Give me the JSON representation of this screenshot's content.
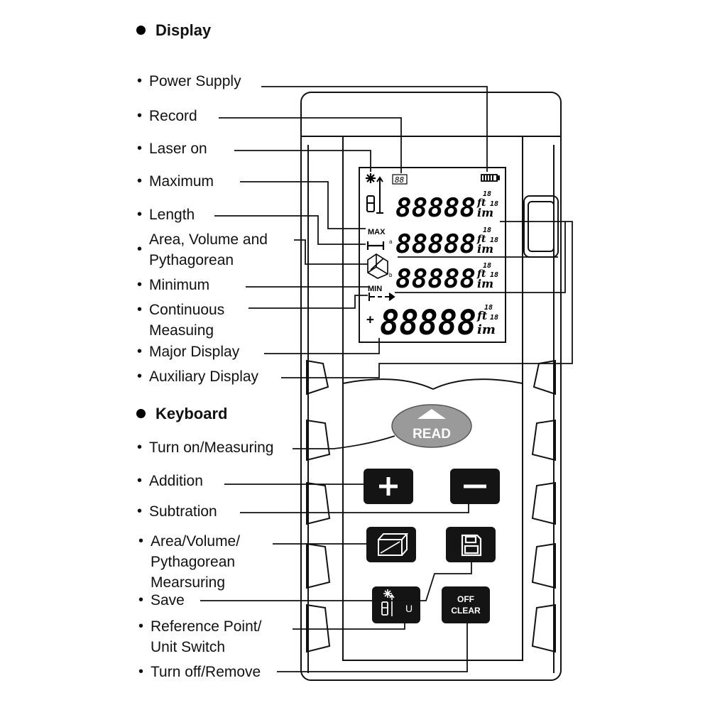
{
  "sections": {
    "display": "Display",
    "keyboard": "Keyboard"
  },
  "labels": {
    "power_supply": "Power Supply",
    "record": "Record",
    "laser_on": "Laser on",
    "maximum": "Maximum",
    "length": "Length",
    "area_1": "Area, Volume and",
    "area_2": "Pythagorean",
    "minimum": "Minimum",
    "continuous_1": "Continuous",
    "continuous_2": "Measuing",
    "major_display": "Major Display",
    "auxiliary_display": "Auxiliary Display",
    "turn_on": "Turn on/Measuring",
    "addition": "Addition",
    "subtration": "Subtration",
    "area_key_1": "Area/Volume/",
    "area_key_2": "Pythagorean",
    "area_key_3": "Mearsuring",
    "save": "Save",
    "ref_1": "Reference Point/",
    "ref_2": "Unit Switch",
    "turn_off": "Turn off/Remove"
  },
  "lcd": {
    "digits": "88888",
    "unit_ft": "ft",
    "unit_m": "im",
    "frac": "18",
    "max": "MAX",
    "min": "MIN",
    "record": "88",
    "plus": "+",
    "sub_a": "a",
    "sub_b": "b"
  },
  "keys": {
    "read": "READ",
    "plus": "+",
    "minus": "−",
    "unit": "U",
    "off": "OFF",
    "clear": "CLEAR"
  },
  "icons": [
    "laser-icon",
    "battery-icon",
    "reference-point-icon",
    "area-volume-icon",
    "save-disk-icon"
  ],
  "colors": {
    "ink": "#111111",
    "key_fill": "#141414",
    "read_oval": "#9a9a9a",
    "paper": "#ffffff"
  }
}
